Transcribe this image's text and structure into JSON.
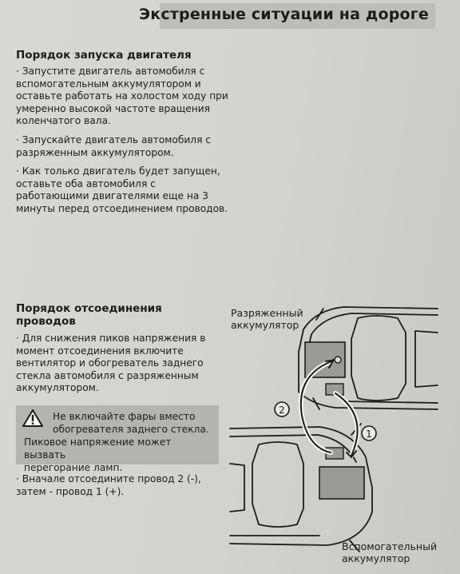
{
  "header": {
    "title": "Экстренные ситуации на дороге"
  },
  "section1": {
    "title": "Порядок   запуска двигателя",
    "bullets": [
      "· Запустите двигатель автомобиля с\nвспомогательным аккумулятором и\nоставьте работать на холостом ходу при\nумеренно высокой частоте вращения\nколенчатого вала.",
      "· Запускайте двигатель автомобиля с\nразряженным аккумулятором.",
      "· Как только двигатель будет запущен,\nоставьте оба автомобиля с\nработающими двигателями еще на 3\nминуты перед отсоединением проводов."
    ]
  },
  "section2": {
    "title_line1": "Порядок   отсоединения",
    "title_line2": "проводов",
    "bullets": [
      "· Для снижения пиков напряжения в\nмомент отсоединения включите\nвентилятор и обогреватель заднего\nстекла автомобиля с разряженным\nаккумулятором."
    ],
    "warning": {
      "line1": "Не включайте фары вместо",
      "line2": "обогревателя заднего стекла.",
      "line3": "Пиковое напряжение может вызвать",
      "line4": "перегорание ламп."
    },
    "final_bullet": "· Вначале отсоедините провод 2 (-),\nзатем - провод 1 (+)."
  },
  "diagram": {
    "label_discharged": "Разряженный\nаккумулятор",
    "label_auxiliary": "Вспомогательный\nаккумулятор",
    "marker_1": "1",
    "marker_2": "2"
  }
}
